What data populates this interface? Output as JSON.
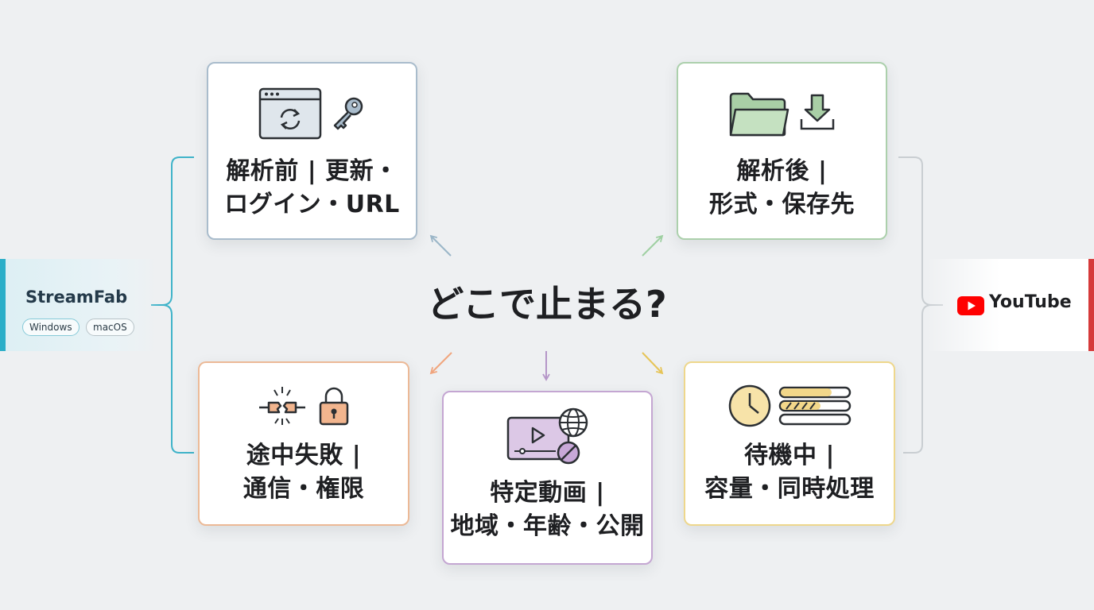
{
  "center_question": "どこで止まる?",
  "source": {
    "name": "StreamFab",
    "platforms": [
      "Windows",
      "macOS"
    ]
  },
  "target": {
    "name": "YouTube",
    "icon": "youtube-logo-icon"
  },
  "stages": {
    "before": {
      "lines": [
        "解析前 | 更新・",
        "ログイン・URL"
      ],
      "icons": [
        "browser-refresh-icon",
        "key-icon"
      ],
      "color": "#a9bccc"
    },
    "after": {
      "lines": [
        "解析後 |",
        "形式・保存先"
      ],
      "icons": [
        "folder-icon",
        "download-icon"
      ],
      "color": "#acd0ac"
    },
    "midway": {
      "lines": [
        "途中失敗 |",
        "通信・権限"
      ],
      "icons": [
        "broken-link-icon",
        "lock-icon"
      ],
      "color": "#ecb996"
    },
    "specific": {
      "lines": [
        "特定動画 |",
        "地域・年齢・公開"
      ],
      "icons": [
        "video-player-icon",
        "globe-icon",
        "blocked-icon"
      ],
      "color": "#c4a6d2"
    },
    "waiting": {
      "lines": [
        "待機中 |",
        "容量・同時処理"
      ],
      "icons": [
        "clock-icon",
        "progress-bars-icon"
      ],
      "color": "#eed78c"
    }
  },
  "colors": {
    "streamfab_accent": "#2aaec8",
    "youtube_accent": "#d63a3a",
    "background": "#eef0f2"
  }
}
